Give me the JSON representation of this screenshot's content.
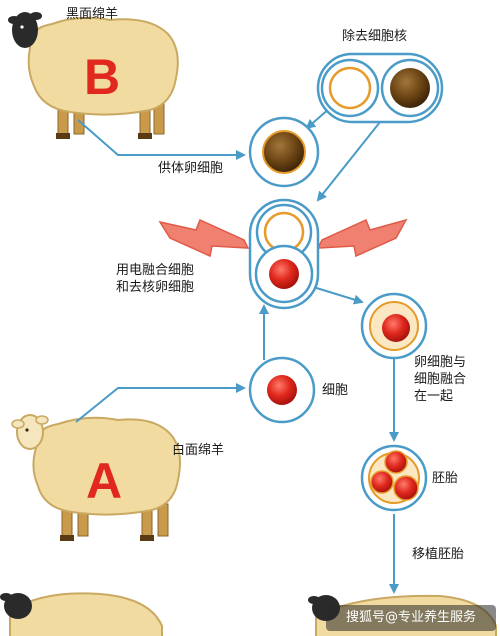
{
  "labels": {
    "black_face_sheep": "黑面绵羊",
    "remove_nucleus": "除去细胞核",
    "donor_egg_cell": "供体卵细胞",
    "electric_fusion": "用电融合细胞\n和去核卵细胞",
    "egg_cell_fusion": "卵细胞与\n细胞融合\n在一起",
    "cell": "细胞",
    "white_face_sheep": "白面绵羊",
    "embryo": "胚胎",
    "transplant_embryo": "移植胚胎"
  },
  "sheep_markers": {
    "sheep_b": "B",
    "sheep_a": "A"
  },
  "watermark": "搜狐号@专业养生服务",
  "colors": {
    "marker_red": "#e0281e",
    "sheep_body": "#f2dba0",
    "sheep_outline": "#c9a862",
    "arrow": "#4a9bc8",
    "cell_ring": "#4a9bc8",
    "nucleus_dark": "#6b4414",
    "nucleus_red": "#e0281e",
    "spark": "#f08070"
  },
  "icons": [
    "sheep-icon",
    "arrow-icon",
    "lightning-icon",
    "cell-icon"
  ]
}
